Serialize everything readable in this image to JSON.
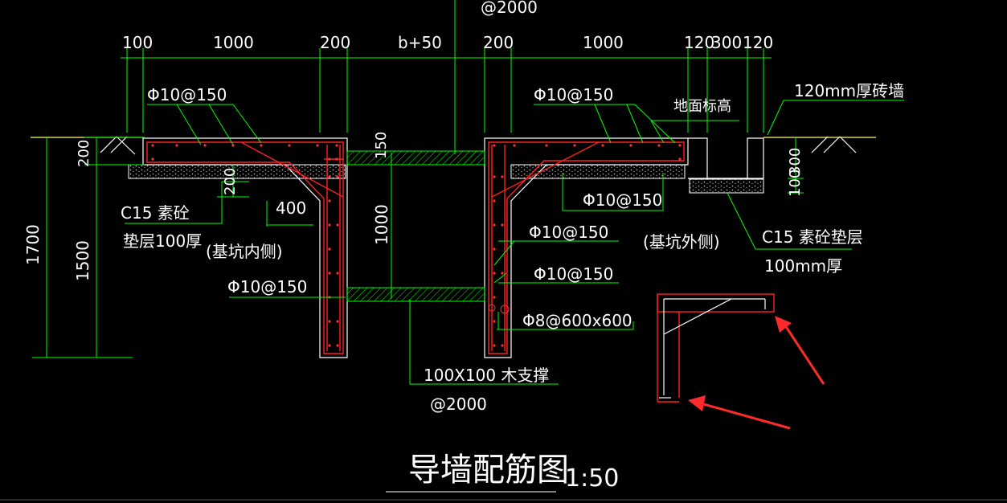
{
  "drawing": {
    "title": "导墙配筋图",
    "scale": "1:50",
    "top_dims": [
      "100",
      "1000",
      "200",
      "b+50",
      "200",
      "1000",
      "120",
      "300",
      "120"
    ],
    "top_spacing": "@2000",
    "labels": {
      "rebar_left_top": "Φ10@150",
      "rebar_right_top": "Φ10@150",
      "ground_level": "地面标高",
      "brick_wall": "120mm厚砖墙",
      "dim_200_left": "200",
      "dim_200_inner": "200",
      "dim_400": "400",
      "c15_left_1": "C15 素砼",
      "c15_left_2": "垫层100厚",
      "pit_inner": "(基坑内侧)",
      "pit_outer": "(基坑外侧)",
      "rebar_left_mid": "Φ10@150",
      "rebar_right_mid": "Φ10@150",
      "rebar_right_1": "Φ10@150",
      "rebar_right_2": "Φ10@150",
      "rebar_tie": "Φ8@600x600",
      "dim_150": "150",
      "dim_1000_mid": "1000",
      "dim_1700": "1700",
      "dim_1500": "1500",
      "dim_300_right": "300",
      "dim_100_right": "100",
      "c15_right_1": "C15 素砼垫层",
      "c15_right_2": "100mm厚",
      "timber_brace": "100X100 木支撑",
      "timber_spacing": "@2000"
    }
  },
  "colors": {
    "background": "#000000",
    "dimension": "#00ff00",
    "rebar": "#ff2020",
    "outline": "#ffffff",
    "ground": "#ffff66",
    "arrow": "#ff2a2a"
  }
}
